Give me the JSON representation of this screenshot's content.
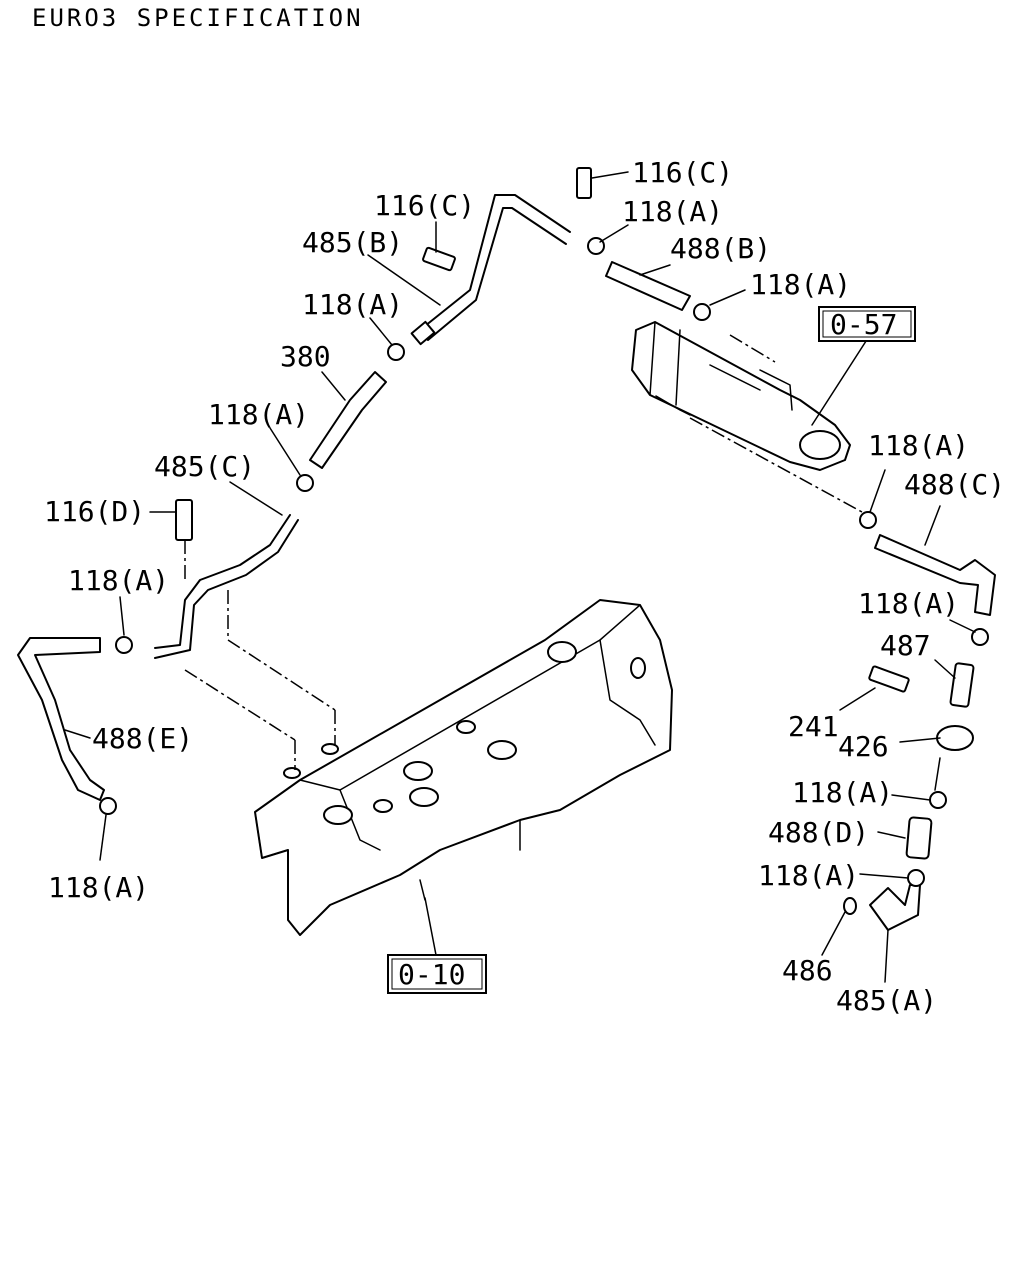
{
  "page": {
    "heading": "EURO3 SPECIFICATION"
  },
  "callouts": {
    "c116c_top": "116(C)",
    "c116c_mid": "116(C)",
    "c118a_1": "118(A)",
    "c485b": "485(B)",
    "c488b": "488(B)",
    "c118a_2": "118(A)",
    "c118a_3": "118(A)",
    "c380": "380",
    "c118a_4": "118(A)",
    "c485c": "485(C)",
    "c116d": "116(D)",
    "c118a_5": "118(A)",
    "c488e": "488(E)",
    "c118a_6": "118(A)",
    "c118a_7": "118(A)",
    "c488c": "488(C)",
    "c118a_8": "118(A)",
    "c487": "487",
    "c241": "241",
    "c426": "426",
    "c118a_9": "118(A)",
    "c488d": "488(D)",
    "c118a_10": "118(A)",
    "c486": "486",
    "c485a": "485(A)"
  },
  "references": {
    "ref_057": "0-57",
    "ref_010": "0-10"
  }
}
